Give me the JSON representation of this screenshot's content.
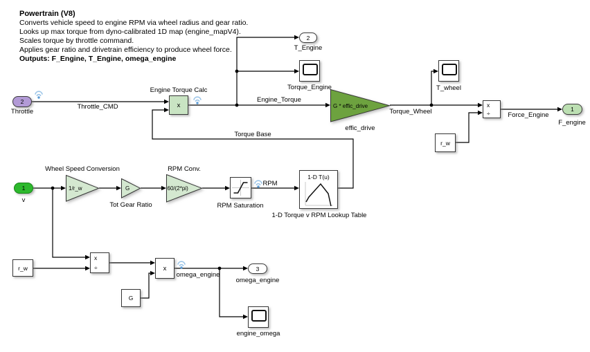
{
  "header": {
    "title": "Powertrain (V8)",
    "lines": [
      "Converts vehicle speed to engine RPM via wheel radius and gear ratio.",
      "Looks up max torque from dyno-calibrated 1D map (engine_mapV4).",
      "Scales torque by throttle command.",
      "Applies gear ratio and drivetrain efficiency to produce wheel force."
    ],
    "outputs": "Outputs: F_Engine, T_Engine, omega_engine"
  },
  "ports": {
    "throttle": {
      "number": "2",
      "label": "Throttle"
    },
    "v": {
      "number": "1",
      "label": "v"
    },
    "t_engine": {
      "number": "2",
      "label": "T_Engine"
    },
    "f_engine": {
      "number": "1",
      "label": "F_engine"
    },
    "omega_engine": {
      "number": "3",
      "label": "omega_engine"
    }
  },
  "blocks": {
    "engine_torque_calc": {
      "label": "Engine Torque Calc",
      "symbol": "x"
    },
    "effic_drive": {
      "label": "effic_drive",
      "expr": "G * effic_drive"
    },
    "wheel_speed_conversion": {
      "label": "Wheel Speed Conversion",
      "expr": "1/r_w"
    },
    "tot_gear_ratio": {
      "label": "Tot Gear Ratio",
      "expr": "G"
    },
    "rpm_conv": {
      "label": "RPM Conv.",
      "expr": "60/(2*pi)"
    },
    "rpm_saturation": {
      "label": "RPM Saturation"
    },
    "lookup_table": {
      "title": "1-D T(u)",
      "label": "1-D Torque v RPM Lookup Table"
    },
    "torque_engine_scope": {
      "label": "Torque_Engine"
    },
    "t_wheel_scope": {
      "label": "T_wheel"
    },
    "engine_omega_scope": {
      "label": "engine_omega"
    },
    "r_w_top": {
      "label": "r_w"
    },
    "r_w_bottom": {
      "label": "r_w"
    },
    "g_constant": {
      "label": "G"
    },
    "divide_force": {
      "num": "x",
      "den": "÷"
    },
    "divide_wheel": {
      "num": "x",
      "den": "÷"
    },
    "product_omega": {
      "symbol": "x"
    }
  },
  "signals": {
    "throttle_cmd": "Throttle_CMD",
    "engine_torque": "Engine_Torque",
    "torque_base": "Torque Base",
    "torque_wheel": "Torque_Wheel",
    "force_engine": "Force_Engine",
    "rpm": "RPM",
    "omega_engine": "omega_engine"
  },
  "colors": {
    "product_green": "#c9e4c3",
    "gain_light_green": "#d4e8d0",
    "gain_dark_green": "#6da23f",
    "inport_purple": "#b29ad6",
    "inport_green": "#2db92d",
    "outport_green": "#bcdfb2",
    "logging_blue": "#9cc5e8",
    "logging_dot_blue": "#5b9bd5"
  }
}
